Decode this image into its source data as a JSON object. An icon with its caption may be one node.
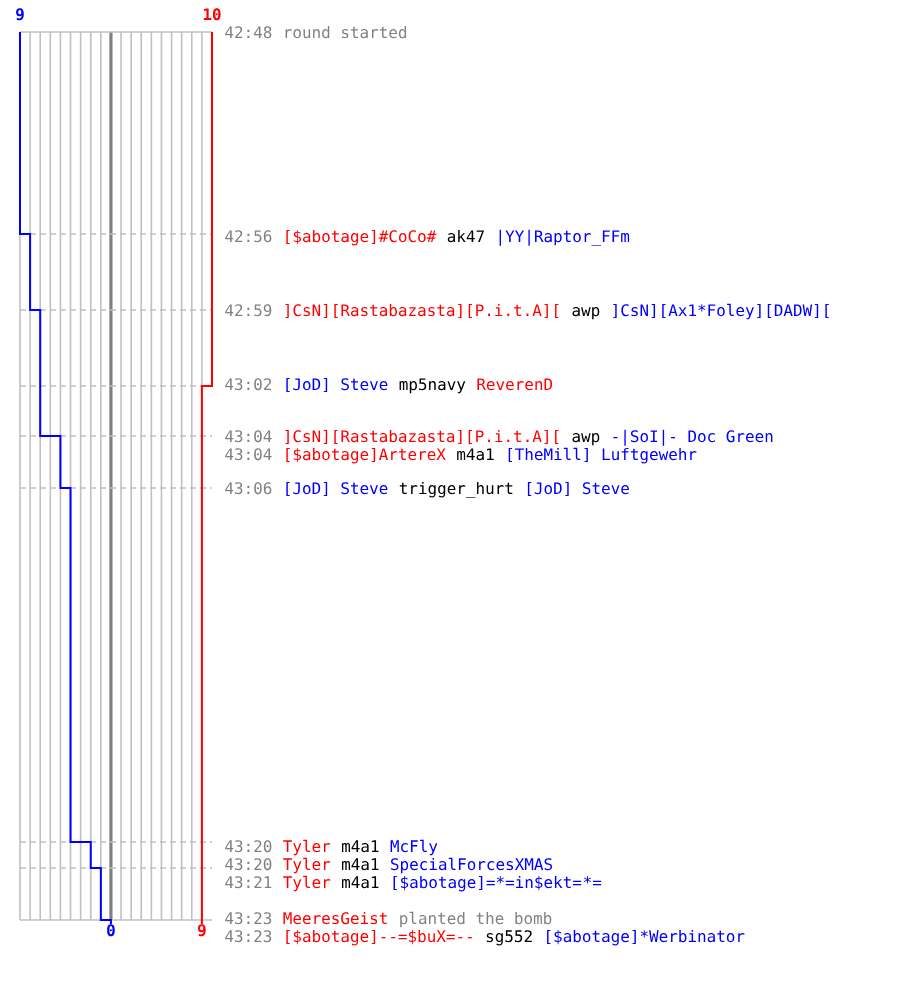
{
  "diagram": {
    "labels": [
      "9",
      "10",
      "42:48",
      "round started",
      "42:56",
      "[$abotage]#CoCo#",
      "ak47",
      "|YY|Raptor_FFm",
      "42:59",
      "]CsN][Rastabazasta][P.i.t.A][",
      "awp",
      "]CsN][Ax1*Foley][DADW][",
      "43:02",
      "[JoD] Steve",
      "mp5navy",
      "ReverenD",
      "43:04",
      "]CsN][Rastabazasta][P.i.t.A][",
      "awp",
      "-|SoI|- Doc Green",
      "43:04",
      "[$abotage]ArtereX",
      "m4a1",
      "[TheMill] Luftgewehr",
      "43:06",
      "[JoD] Steve",
      "trigger_hurt",
      "[JoD] Steve",
      "43:20",
      "Tyler",
      "m4a1",
      "McFly",
      "43:20",
      "Tyler",
      "m4a1",
      "SpecialForcesXMAS",
      "43:21",
      "Tyler",
      "m4a1",
      "[$abotage]=*=in$ekt=",
      "*=",
      "43:23",
      "MeeresGeist",
      "planted the bomb",
      "43:23",
      "[$abotage]--=$buX=--",
      "sg552",
      "[$abotage]*Werbinator",
      "0",
      "9"
    ]
  }
}
